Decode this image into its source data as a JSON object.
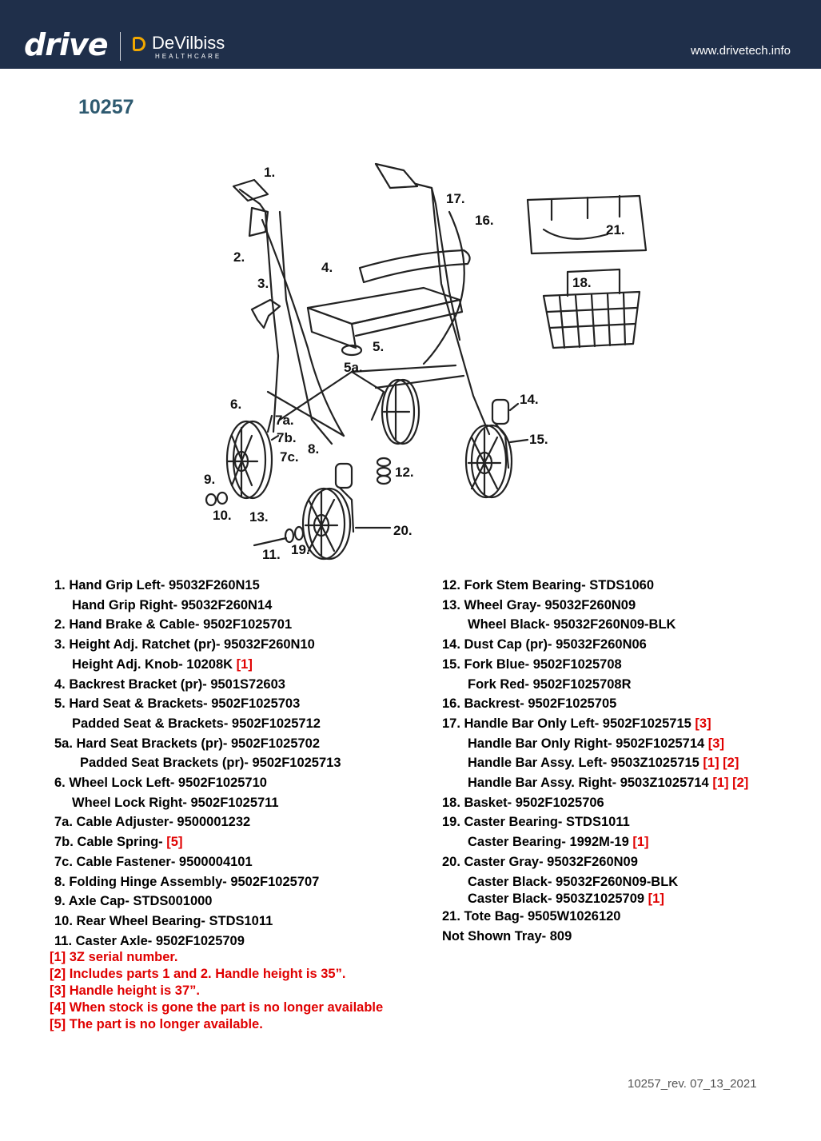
{
  "header": {
    "brand": "drive",
    "partner_name": "DeVilbiss",
    "partner_sub": "HEALTHCARE",
    "url": "www.drivetech.info"
  },
  "title": "10257",
  "diagram": {
    "callouts": [
      "1.",
      "2.",
      "3.",
      "4.",
      "5.",
      "5a.",
      "6.",
      "7a.",
      "7b.",
      "7c.",
      "8.",
      "9.",
      "10.",
      "11.",
      "12.",
      "13.",
      "14.",
      "15.",
      "16.",
      "17.",
      "18.",
      "19.",
      "20.",
      "21."
    ]
  },
  "parts_left": [
    {
      "text": "1. Hand Grip Left- 95032F260N15",
      "ref": ""
    },
    {
      "text": "Hand Grip Right- 95032F260N14",
      "ref": ""
    },
    {
      "text": "2. Hand Brake & Cable- 9502F1025701",
      "ref": ""
    },
    {
      "text": "3. Height Adj. Ratchet (pr)- 95032F260N10",
      "ref": ""
    },
    {
      "text": "Height Adj. Knob- 10208K",
      "ref": "[1]"
    },
    {
      "text": "4. Backrest Bracket (pr)- 9501S72603",
      "ref": ""
    },
    {
      "text": "5. Hard Seat & Brackets- 9502F1025703",
      "ref": ""
    },
    {
      "text": "Padded Seat & Brackets- 9502F1025712",
      "ref": ""
    },
    {
      "text": "5a. Hard Seat Brackets (pr)- 9502F1025702",
      "ref": ""
    },
    {
      "text": "Padded Seat Brackets (pr)- 9502F1025713",
      "ref": ""
    },
    {
      "text": "6. Wheel Lock Left- 9502F1025710",
      "ref": ""
    },
    {
      "text": "Wheel Lock Right- 9502F1025711",
      "ref": ""
    },
    {
      "text": "7a. Cable Adjuster- 9500001232",
      "ref": ""
    },
    {
      "text": "7b. Cable Spring-",
      "ref": "[5]"
    },
    {
      "text": "7c. Cable Fastener- 9500004101",
      "ref": ""
    },
    {
      "text": "8. Folding Hinge Assembly- 9502F1025707",
      "ref": ""
    },
    {
      "text": "9. Axle Cap- STDS001000",
      "ref": ""
    },
    {
      "text": "10. Rear Wheel Bearing- STDS1011",
      "ref": ""
    },
    {
      "text": "11. Caster Axle- 9502F1025709",
      "ref": ""
    }
  ],
  "parts_right": [
    {
      "text": "12. Fork Stem Bearing- STDS1060",
      "ref": ""
    },
    {
      "text": "13. Wheel Gray- 95032F260N09",
      "ref": ""
    },
    {
      "text": "Wheel Black- 95032F260N09-BLK",
      "ref": ""
    },
    {
      "text": "14. Dust Cap (pr)- 95032F260N06",
      "ref": ""
    },
    {
      "text": "15. Fork Blue- 9502F1025708",
      "ref": ""
    },
    {
      "text": "Fork Red- 9502F1025708R",
      "ref": ""
    },
    {
      "text": "16. Backrest- 9502F1025705",
      "ref": ""
    },
    {
      "text": "17. Handle Bar Only Left- 9502F1025715",
      "ref": "[3]"
    },
    {
      "text": "Handle Bar Only Right- 9502F1025714",
      "ref": "[3]"
    },
    {
      "text": "Handle Bar Assy. Left- 9503Z1025715",
      "ref": "[1] [2]"
    },
    {
      "text": "Handle Bar Assy. Right- 9503Z1025714",
      "ref": "[1] [2]"
    },
    {
      "text": "18. Basket- 9502F1025706",
      "ref": ""
    },
    {
      "text": "19. Caster Bearing- STDS1011",
      "ref": ""
    },
    {
      "text": "Caster Bearing- 1992M-19",
      "ref": "[1]"
    },
    {
      "text": "20. Caster Gray- 95032F260N09",
      "ref": ""
    },
    {
      "text": "Caster Black- 95032F260N09-BLK",
      "ref": ""
    },
    {
      "text": "Caster Black- 9503Z1025709",
      "ref": "[1]"
    },
    {
      "text": "21. Tote Bag- 9505W1026120",
      "ref": ""
    },
    {
      "text": "Not Shown Tray- 809",
      "ref": ""
    }
  ],
  "notes": [
    "[1]  3Z serial number.",
    "[2]  Includes parts 1 and 2. Handle height is 35”.",
    "[3]  Handle height is 37”.",
    "[4]  When stock is gone the part is no longer available",
    "[5]  The part is no longer available."
  ],
  "footer": "10257_rev. 07_13_2021",
  "colors": {
    "header_bg": "#1f2f4a",
    "title": "#2e5a70",
    "note_red": "#e00000",
    "logo_accent": "#f2a800"
  }
}
